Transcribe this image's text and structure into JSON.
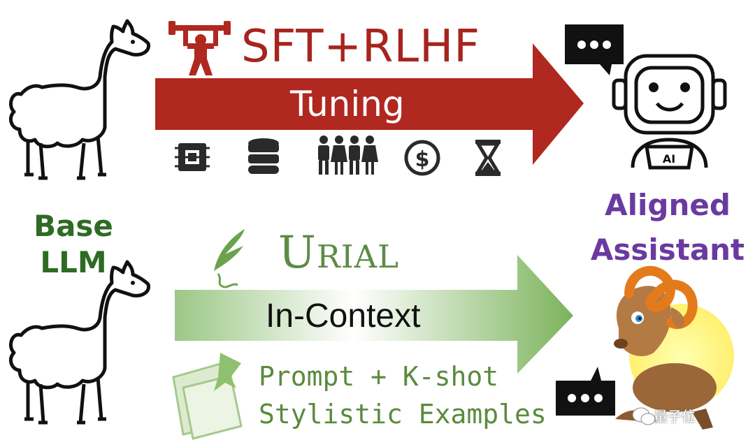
{
  "top_path": {
    "title": "SFT+RLHF",
    "arrow_label": "Tuning",
    "arrow_color": "#b0281f",
    "cost_icons": [
      "gpu-chip-icon",
      "database-icon",
      "people-icon",
      "dollar-icon",
      "hourglass-icon"
    ]
  },
  "bottom_path": {
    "title": "Urial",
    "arrow_label": "In-Context",
    "arrow_color": "#8bbd6c",
    "description_line1": "Prompt + K-shot",
    "description_line2": "Stylistic Examples"
  },
  "source": {
    "label_line1": "Base",
    "label_line2": "LLM",
    "color": "#2e6b23"
  },
  "target": {
    "label_line1": "Aligned",
    "label_line2": "Assistant",
    "color": "#6a3aa0"
  },
  "watermark": "量子位"
}
